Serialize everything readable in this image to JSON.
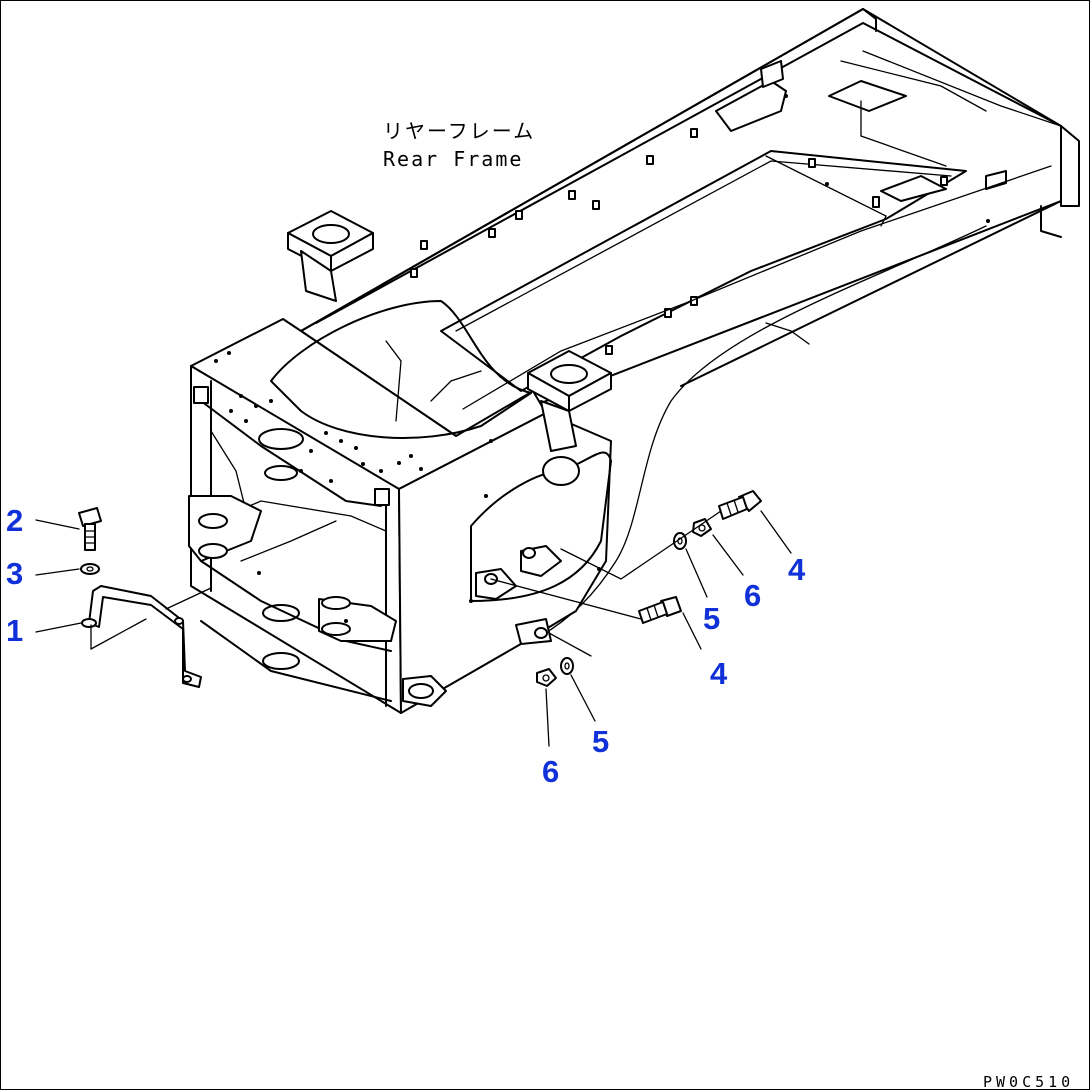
{
  "frame_label": {
    "japanese": "リヤーフレーム",
    "english": "Rear Frame"
  },
  "part_callouts": [
    {
      "id": "callout-1",
      "number": "1"
    },
    {
      "id": "callout-2",
      "number": "2"
    },
    {
      "id": "callout-3",
      "number": "3"
    },
    {
      "id": "callout-4a",
      "number": "4"
    },
    {
      "id": "callout-4b",
      "number": "4"
    },
    {
      "id": "callout-5a",
      "number": "5"
    },
    {
      "id": "callout-5b",
      "number": "5"
    },
    {
      "id": "callout-6a",
      "number": "6"
    },
    {
      "id": "callout-6b",
      "number": "6"
    }
  ],
  "drawing_code": "PW0C510",
  "colors": {
    "callout": "#1030d8",
    "line": "#000000",
    "background": "#ffffff"
  }
}
